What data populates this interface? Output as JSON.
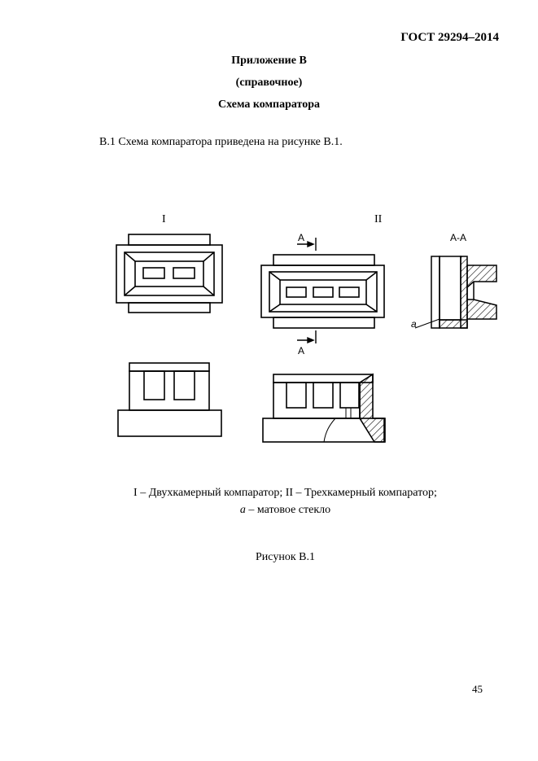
{
  "header": {
    "standard": "ГОСТ 29294–2014"
  },
  "appendix": {
    "title": "Приложение В",
    "subtitle": "(справочное)",
    "heading": "Схема компаратора"
  },
  "intro_text": "В.1 Схема компаратора приведена на рисунке В.1.",
  "figure": {
    "label_I": "I",
    "label_II": "II",
    "section_arrow_label": "А",
    "section_title": "А-А",
    "glass_label": "а",
    "caption_line1": "I – Двухкамерный компаратор; II – Трехкамерный компаратор;",
    "caption_line2_italic": "а",
    "caption_line2_rest": " – матовое стекло",
    "number": "Рисунок В.1"
  },
  "page_number": "45"
}
